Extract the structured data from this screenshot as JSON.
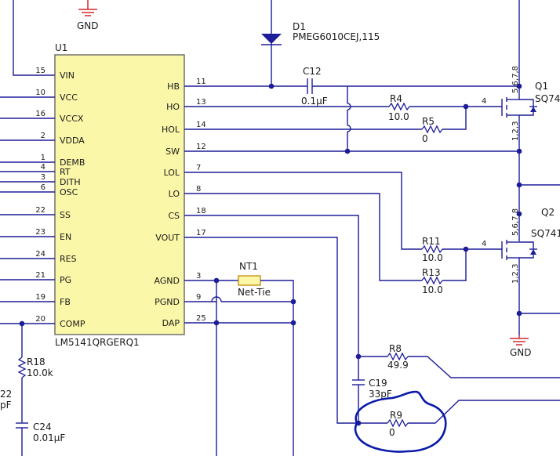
{
  "ic": {
    "ref": "U1",
    "part": "LM5141QRGERQ1",
    "left_pins": [
      {
        "num": "15",
        "name": "VIN"
      },
      {
        "num": "10",
        "name": "VCC"
      },
      {
        "num": "16",
        "name": "VCCX"
      },
      {
        "num": "2",
        "name": "VDDA"
      },
      {
        "num": "1",
        "name": "DEMB"
      },
      {
        "num": "4",
        "name": "RT"
      },
      {
        "num": "3",
        "name": "DITH"
      },
      {
        "num": "6",
        "name": "OSC"
      },
      {
        "num": "22",
        "name": "SS"
      },
      {
        "num": "23",
        "name": "EN"
      },
      {
        "num": "24",
        "name": "RES"
      },
      {
        "num": "21",
        "name": "PG"
      },
      {
        "num": "19",
        "name": "FB"
      },
      {
        "num": "20",
        "name": "COMP"
      }
    ],
    "right_pins": [
      {
        "num": "11",
        "name": "HB"
      },
      {
        "num": "13",
        "name": "HO"
      },
      {
        "num": "14",
        "name": "HOL"
      },
      {
        "num": "12",
        "name": "SW"
      },
      {
        "num": "7",
        "name": "LOL"
      },
      {
        "num": "8",
        "name": "LO"
      },
      {
        "num": "18",
        "name": "CS"
      },
      {
        "num": "17",
        "name": "VOUT"
      },
      {
        "num": "3",
        "name": "AGND"
      },
      {
        "num": "9",
        "name": "PGND"
      },
      {
        "num": "25",
        "name": "DAP"
      }
    ]
  },
  "components": {
    "d1": {
      "ref": "D1",
      "value": "PMEG6010CEJ,115"
    },
    "c12": {
      "ref": "C12",
      "value": "0.1µF"
    },
    "r4": {
      "ref": "R4",
      "value": "10.0"
    },
    "r5": {
      "ref": "R5",
      "value": "0"
    },
    "r11": {
      "ref": "R11",
      "value": "10.0"
    },
    "r13": {
      "ref": "R13",
      "value": "10.0"
    },
    "r8": {
      "ref": "R8",
      "value": "49.9"
    },
    "c19": {
      "ref": "C19",
      "value": "33pF"
    },
    "r9": {
      "ref": "R9",
      "value": "0"
    },
    "r18": {
      "ref": "R18",
      "value": "10.0k"
    },
    "c24": {
      "ref": "C24",
      "value": "0.01µF"
    },
    "nt1": {
      "ref": "NT1",
      "value": "Net-Tie"
    },
    "q1": {
      "ref": "Q1",
      "value": "SQ74",
      "pins_drain": "5,6,7,8",
      "pins_source": "1,2,3",
      "gate_pin": "4"
    },
    "q2": {
      "ref": "Q2",
      "value": "SQ741",
      "pins_drain": "5,6,7,8",
      "pins_source": "1,2,3",
      "gate_pin": "4"
    },
    "partial_left": {
      "ref_fragment": "22",
      "value_fragment": "pF"
    }
  },
  "gnd": {
    "top": "GND",
    "bottom": "GND"
  },
  "colors": {
    "wire": "#1d1d99",
    "ic_fill": "#fbf7a8",
    "ground": "#d12a2a",
    "annotation": "#0a1aa8"
  }
}
